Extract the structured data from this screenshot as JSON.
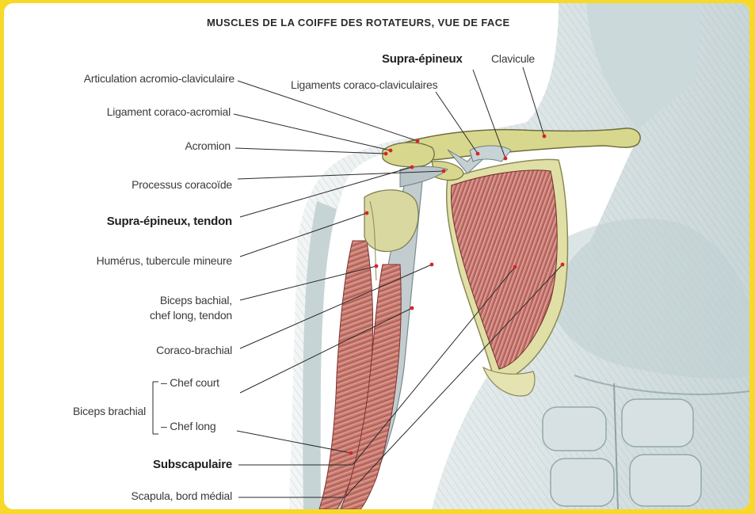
{
  "title": "MUSCLES DE LA COIFFE DES ROTATEURS, VUE DE FACE",
  "labels": {
    "supra_epineux": "Supra-épineux",
    "clavicule": "Clavicule",
    "ligaments_coraco_claviculaires": "Ligaments coraco-claviculaires",
    "articulation_acromio_claviculaire": "Articulation acromio-claviculaire",
    "ligament_coraco_acromial": "Ligament coraco-acromial",
    "acromion": "Acromion",
    "processus_coracoide": "Processus coracoïde",
    "supra_epineux_tendon": "Supra-épineux, tendon",
    "humerus_tubercule_mineure": "Humérus, tubercule mineure",
    "biceps_bachial_line1": "Biceps bachial,",
    "biceps_bachial_line2": "chef long, tendon",
    "coraco_brachial": "Coraco-brachial",
    "biceps_brachial": "Biceps brachial",
    "chef_court": "– Chef court",
    "chef_long": "– Chef long",
    "subscapulaire": "Subscapulaire",
    "scapula_bord_medial": "Scapula, bord médial"
  },
  "colors": {
    "frame": "#f6d92a",
    "bone": "#dcd98c",
    "muscle": "#c9786c",
    "skin_shade": "#b7c8cc",
    "marker": "#d8232a"
  }
}
